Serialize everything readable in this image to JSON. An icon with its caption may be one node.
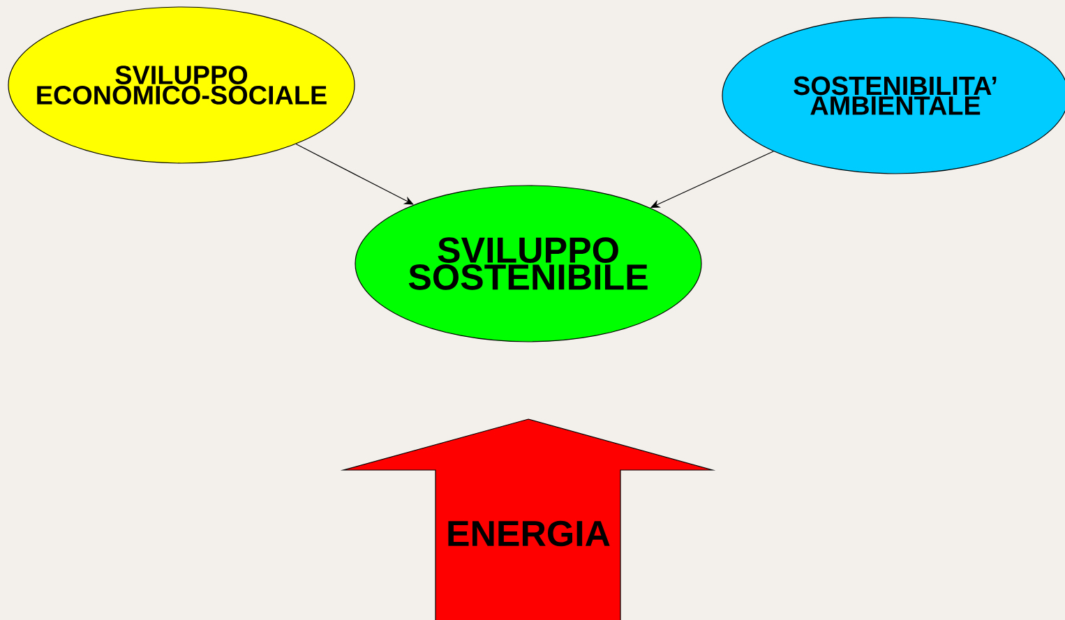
{
  "diagram": {
    "nodes": [
      {
        "text": [
          "SVILUPPO ECONOMICO-SOCIALE"
        ]
      },
      {
        "text": [
          "SOSTENIBILITA’ AMBIENTALE"
        ]
      },
      {
        "text": [
          "SVILUPPO SOSTENIBILE"
        ]
      },
      {
        "text": [
          "ENERGIA"
        ]
      }
    ],
    "edges": [
      {
        "from": 0,
        "to": 2,
        "arrow": "to"
      },
      {
        "from": 1,
        "to": 2,
        "arrow": "to"
      }
    ]
  }
}
